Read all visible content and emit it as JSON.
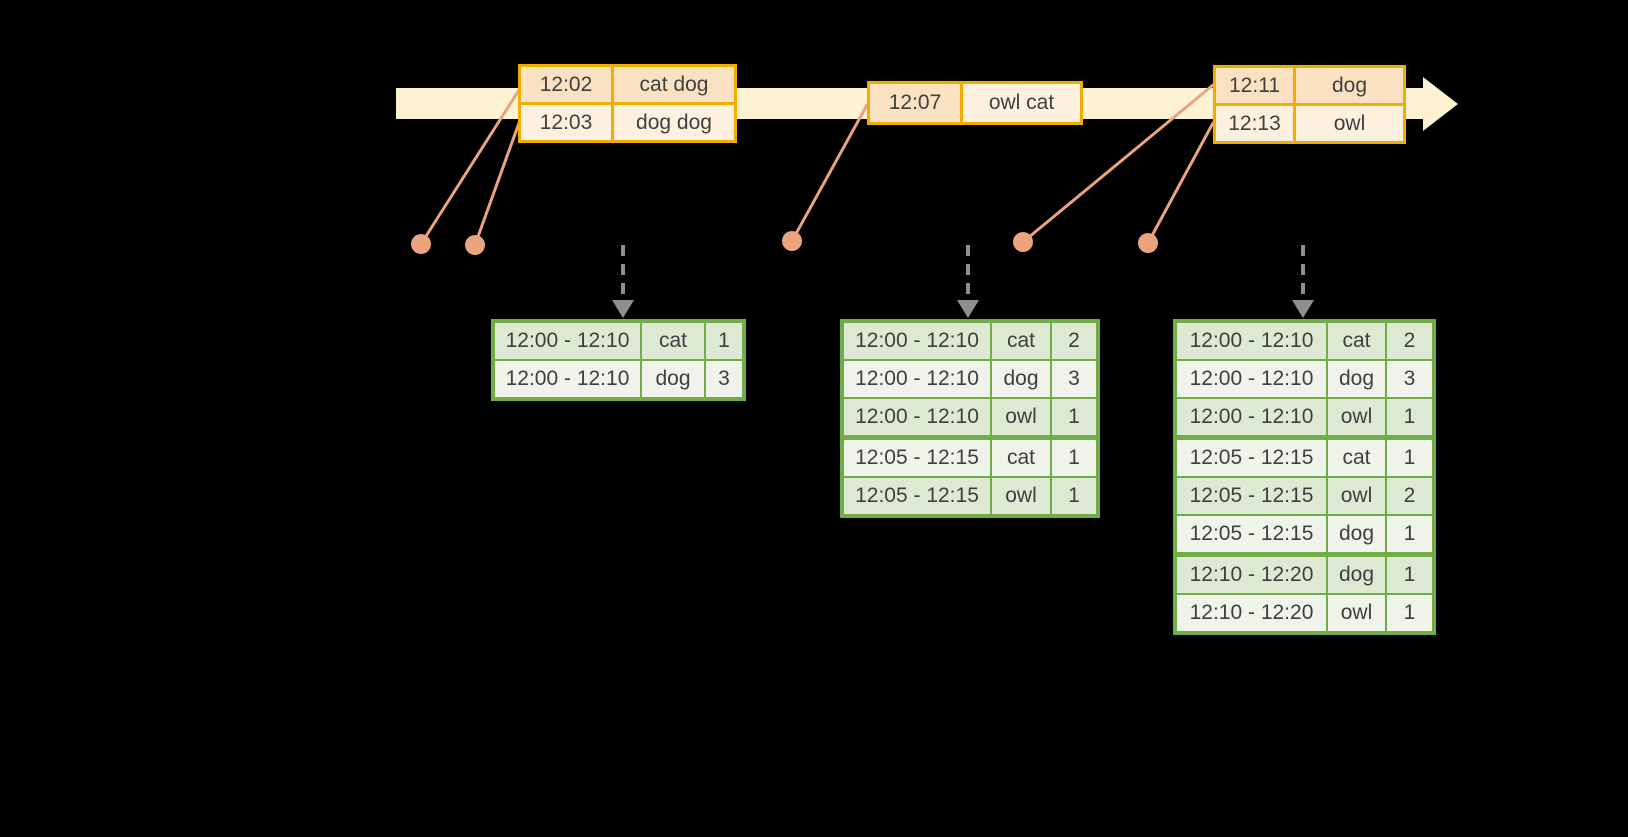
{
  "diagram": {
    "description_colors": {
      "background": "#000000",
      "timeline_band": "#fdf3d2",
      "event_table_border": "#f0ae00",
      "event_cell_dark": "#fae1c2",
      "event_cell_light": "#fdf0de",
      "connector_and_dots": "#eba47d",
      "trigger_arrow": "#8f8f8f",
      "result_table_border": "#70ad47",
      "result_cell_dark": "#dde9d2",
      "result_cell_light": "#eff3ea",
      "cell_text": "#3f3f3f"
    },
    "event_stream_tables": [
      {
        "rows": [
          {
            "time": "12:02",
            "words": "cat dog"
          },
          {
            "time": "12:03",
            "words": "dog dog"
          }
        ]
      },
      {
        "rows": [
          {
            "time": "12:07",
            "words": "owl cat"
          }
        ]
      },
      {
        "rows": [
          {
            "time": "12:11",
            "words": "dog"
          },
          {
            "time": "12:13",
            "words": "owl"
          }
        ]
      }
    ],
    "result_tables": [
      {
        "rows": [
          {
            "window": "12:00 - 12:10",
            "word": "cat",
            "count": "1"
          },
          {
            "window": "12:00 - 12:10",
            "word": "dog",
            "count": "3"
          }
        ]
      },
      {
        "rows": [
          {
            "window": "12:00 - 12:10",
            "word": "cat",
            "count": "2"
          },
          {
            "window": "12:00 - 12:10",
            "word": "dog",
            "count": "3"
          },
          {
            "window": "12:00 - 12:10",
            "word": "owl",
            "count": "1"
          },
          {
            "window": "12:05 - 12:15",
            "word": "cat",
            "count": "1"
          },
          {
            "window": "12:05 - 12:15",
            "word": "owl",
            "count": "1"
          }
        ]
      },
      {
        "rows": [
          {
            "window": "12:00 - 12:10",
            "word": "cat",
            "count": "2"
          },
          {
            "window": "12:00 - 12:10",
            "word": "dog",
            "count": "3"
          },
          {
            "window": "12:00 - 12:10",
            "word": "owl",
            "count": "1"
          },
          {
            "window": "12:05 - 12:15",
            "word": "cat",
            "count": "1"
          },
          {
            "window": "12:05 - 12:15",
            "word": "owl",
            "count": "2"
          },
          {
            "window": "12:05 - 12:15",
            "word": "dog",
            "count": "1"
          },
          {
            "window": "12:10 - 12:20",
            "word": "dog",
            "count": "1"
          },
          {
            "window": "12:10 - 12:20",
            "word": "owl",
            "count": "1"
          }
        ]
      }
    ]
  }
}
